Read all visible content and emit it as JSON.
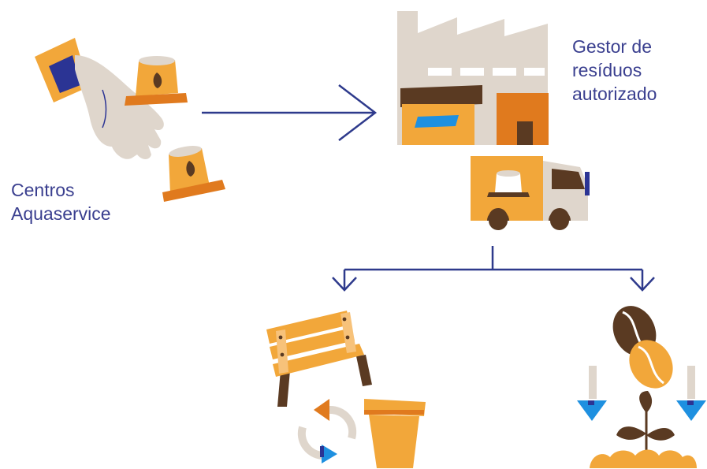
{
  "labels": {
    "gestor_lines": [
      "Gestor de",
      "resíduos",
      "autorizado"
    ],
    "centros_lines": [
      "Centros",
      "Aquaservice"
    ]
  },
  "colors": {
    "text": "#3a3f8f",
    "arrow": "#2e3a8c",
    "orange": "#f2a73a",
    "dark_orange": "#e07a1e",
    "brown": "#5a3a22",
    "beige": "#dfd6cc",
    "blue": "#1e90e0",
    "navy": "#2b3494"
  },
  "icons": {
    "hand": "hand-dropping-capsules-icon",
    "factory": "factory-icon",
    "truck": "delivery-truck-icon",
    "bench": "bench-icon",
    "recycle": "recycle-arrows-icon",
    "pot": "flower-pot-icon",
    "plant": "coffee-plant-growing-icon"
  }
}
